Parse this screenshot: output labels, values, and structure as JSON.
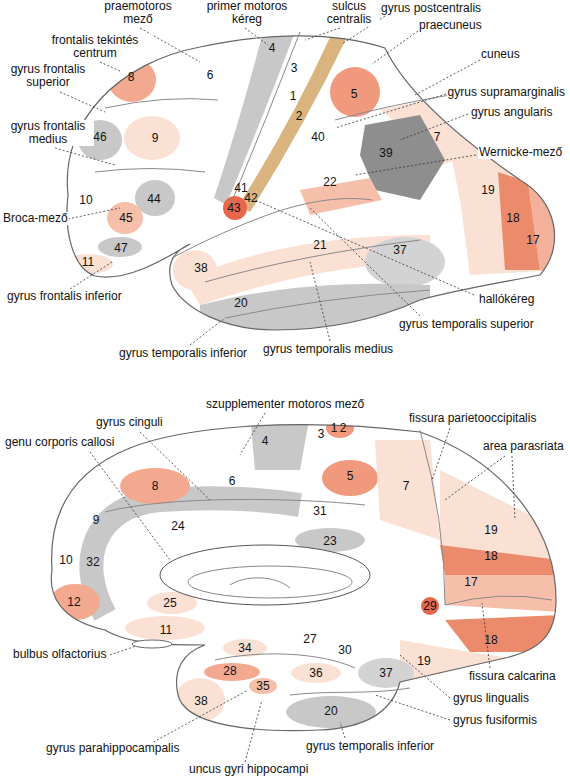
{
  "diagram": {
    "labels": [
      "praemotoros mező",
      "primer motoros kéreg",
      "sulcus centralis",
      "gyrus postcentralis",
      "praecuneus",
      "frontalis tekintés centrum",
      "cuneus",
      "gyrus supramarginalis",
      "gyrus frontalis superior",
      "gyrus angularis",
      "gyrus frontalis medius",
      "Wernicke-mező",
      "Broca-mező",
      "gyrus frontalis inferior",
      "hallókéreg",
      "gyrus temporalis superior",
      "gyrus temporalis medius",
      "gyrus temporalis inferior",
      "4",
      "3",
      "6",
      "8",
      "1",
      "5",
      "9",
      "2",
      "40",
      "7",
      "46",
      "39",
      "10",
      "44",
      "45",
      "41",
      "42",
      "22",
      "19",
      "43",
      "47",
      "18",
      "21",
      "17",
      "11",
      "38",
      "37",
      "20",
      "szupplementer motoros mező",
      "gyrus cinguli",
      "fissura parietooccipitalis",
      "genu corporis callosi",
      "area parasriata",
      "bulbus olfactorius",
      "fissura calcarina",
      "gyrus lingualis",
      "gyrus fusiformis",
      "gyrus parahippocampalis",
      "gyrus temporalis inferior",
      "uncus gyri hippocampi",
      "4",
      "3",
      "1",
      "2",
      "8",
      "6",
      "5",
      "7",
      "9",
      "24",
      "31",
      "23",
      "19",
      "18",
      "10",
      "32",
      "17",
      "25",
      "29",
      "12",
      "11",
      "18",
      "34",
      "27",
      "30",
      "19",
      "28",
      "36",
      "37",
      "35",
      "38",
      "20"
    ]
  }
}
